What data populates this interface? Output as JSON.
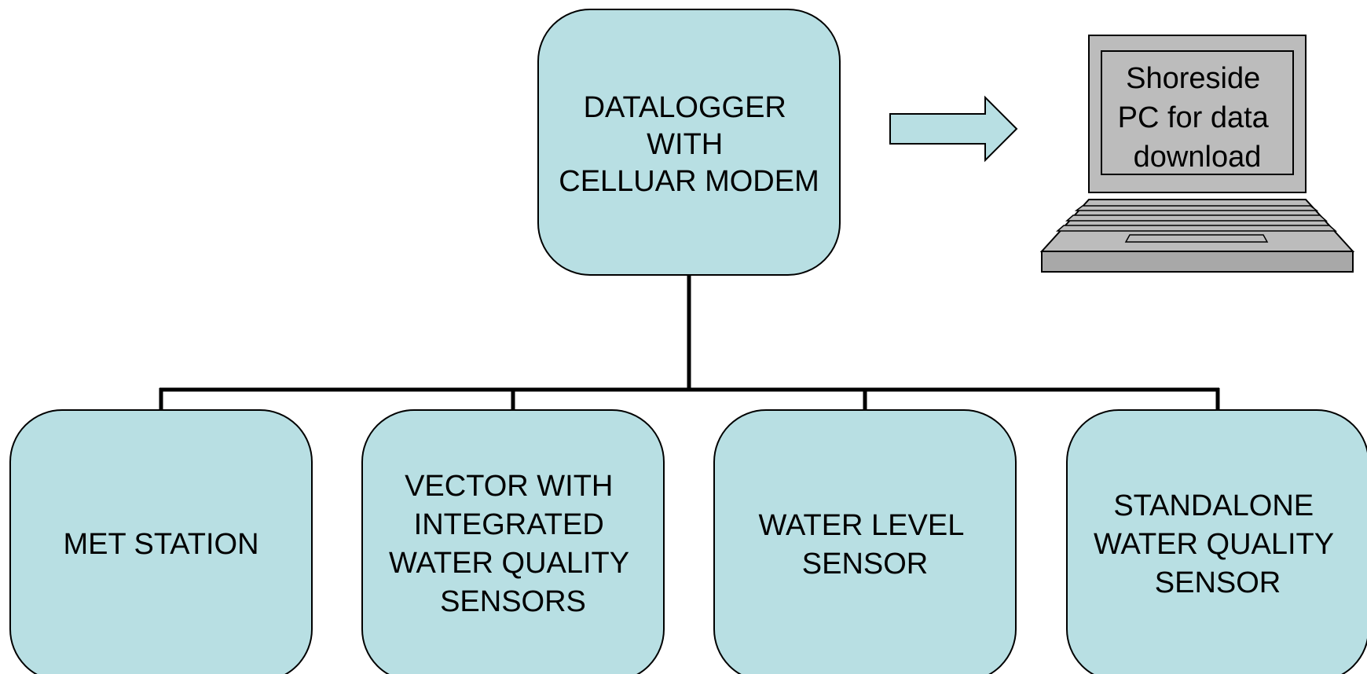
{
  "colors": {
    "box_fill": "#b8dfe3",
    "outline": "#000000",
    "laptop_gray": "#bcbcbc",
    "laptop_dark": "#a8a8a8"
  },
  "hub": {
    "lines": [
      "DATALOGGER",
      "WITH",
      "CELLUAR MODEM"
    ]
  },
  "arrow": {
    "direction": "right",
    "icon": "right-arrow-icon"
  },
  "shoreside_pc": {
    "icon": "laptop-icon",
    "lines": [
      "Shoreside",
      "PC for data",
      "download"
    ]
  },
  "children": [
    {
      "lines": [
        "MET STATION"
      ]
    },
    {
      "lines": [
        "VECTOR WITH",
        "INTEGRATED",
        "WATER QUALITY",
        "SENSORS"
      ]
    },
    {
      "lines": [
        "WATER LEVEL",
        "SENSOR"
      ]
    },
    {
      "lines": [
        "STANDALONE",
        "WATER QUALITY",
        "SENSOR"
      ]
    }
  ]
}
